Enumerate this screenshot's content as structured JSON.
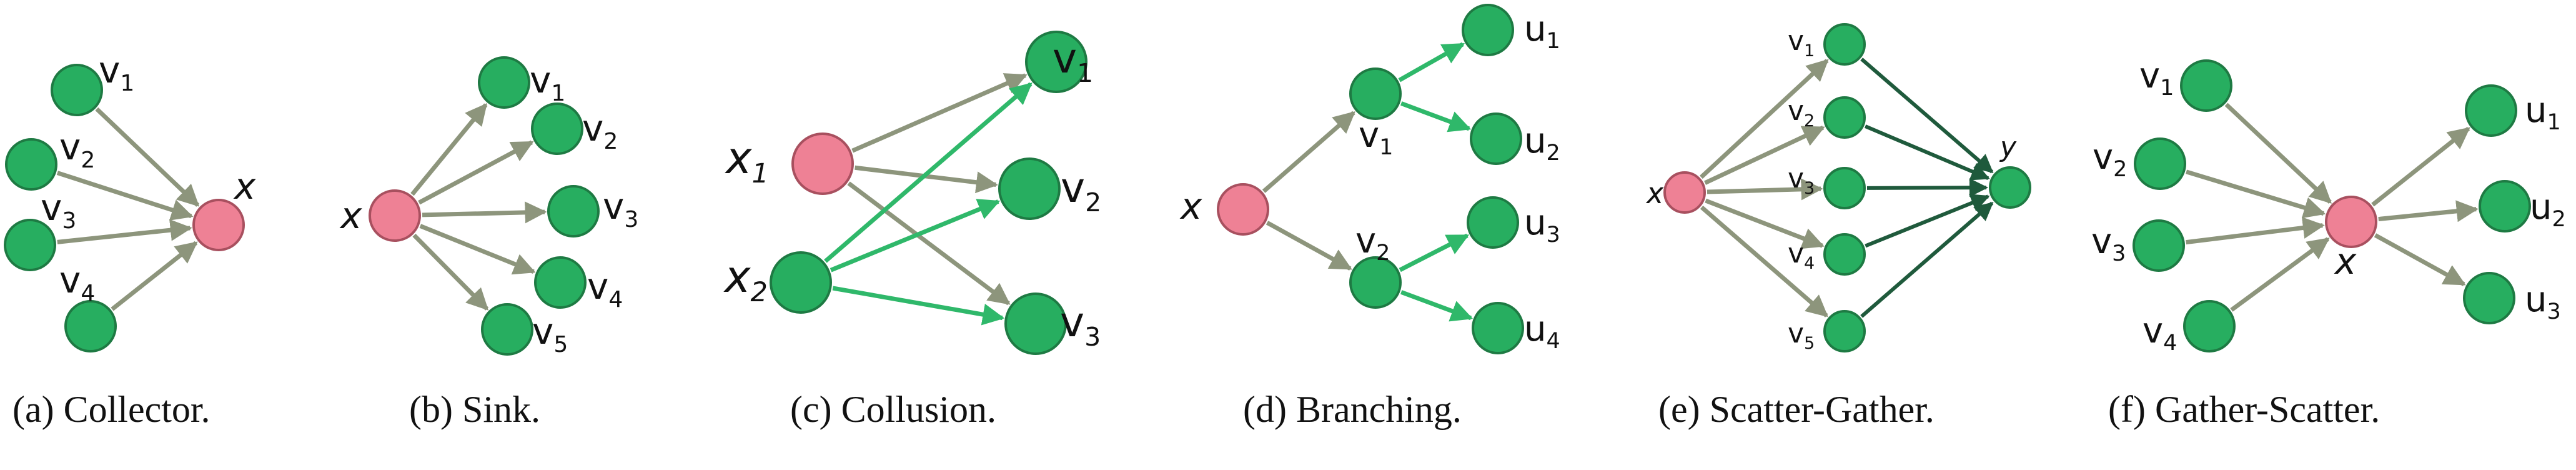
{
  "colors": {
    "green_node_fill": "#27ae60",
    "green_node_stroke": "#1e7a43",
    "pink_node_fill": "#ee8195",
    "pink_node_stroke": "#a8505f",
    "gray_edge": "#8d957c",
    "green_edge": "#2fb86a",
    "dark_green_edge": "#1f5a3c"
  },
  "panels": [
    {
      "caption": "(a) Collector.",
      "nodes": [
        {
          "id": "v1",
          "name": "v",
          "sub": "1",
          "kind": "green"
        },
        {
          "id": "v2",
          "name": "v",
          "sub": "2",
          "kind": "green"
        },
        {
          "id": "v3",
          "name": "v",
          "sub": "3",
          "kind": "green"
        },
        {
          "id": "v4",
          "name": "v",
          "sub": "4",
          "kind": "green"
        },
        {
          "id": "x",
          "name": "x",
          "sub": "",
          "kind": "pink"
        }
      ],
      "edges": [
        {
          "from": "v1",
          "to": "x",
          "style": "gray"
        },
        {
          "from": "v2",
          "to": "x",
          "style": "gray"
        },
        {
          "from": "v3",
          "to": "x",
          "style": "gray"
        },
        {
          "from": "v4",
          "to": "x",
          "style": "gray"
        }
      ]
    },
    {
      "caption": "(b) Sink.",
      "nodes": [
        {
          "id": "x",
          "name": "x",
          "sub": "",
          "kind": "pink"
        },
        {
          "id": "v1",
          "name": "v",
          "sub": "1",
          "kind": "green"
        },
        {
          "id": "v2",
          "name": "v",
          "sub": "2",
          "kind": "green"
        },
        {
          "id": "v3",
          "name": "v",
          "sub": "3",
          "kind": "green"
        },
        {
          "id": "v4",
          "name": "v",
          "sub": "4",
          "kind": "green"
        },
        {
          "id": "v5",
          "name": "v",
          "sub": "5",
          "kind": "green"
        }
      ],
      "edges": [
        {
          "from": "x",
          "to": "v1",
          "style": "gray"
        },
        {
          "from": "x",
          "to": "v2",
          "style": "gray"
        },
        {
          "from": "x",
          "to": "v3",
          "style": "gray"
        },
        {
          "from": "x",
          "to": "v4",
          "style": "gray"
        },
        {
          "from": "x",
          "to": "v5",
          "style": "gray"
        }
      ]
    },
    {
      "caption": "(c) Collusion.",
      "nodes": [
        {
          "id": "x1",
          "name": "x",
          "sub": "1",
          "kind": "pink"
        },
        {
          "id": "x2",
          "name": "x",
          "sub": "2",
          "kind": "green"
        },
        {
          "id": "v1",
          "name": "v",
          "sub": "1",
          "kind": "green"
        },
        {
          "id": "v2",
          "name": "v",
          "sub": "2",
          "kind": "green"
        },
        {
          "id": "v3",
          "name": "v",
          "sub": "3",
          "kind": "green"
        }
      ],
      "edges": [
        {
          "from": "x1",
          "to": "v1",
          "style": "gray"
        },
        {
          "from": "x1",
          "to": "v2",
          "style": "gray"
        },
        {
          "from": "x1",
          "to": "v3",
          "style": "gray"
        },
        {
          "from": "x2",
          "to": "v1",
          "style": "green"
        },
        {
          "from": "x2",
          "to": "v2",
          "style": "green"
        },
        {
          "from": "x2",
          "to": "v3",
          "style": "green"
        }
      ]
    },
    {
      "caption": "(d) Branching.",
      "nodes": [
        {
          "id": "x",
          "name": "x",
          "sub": "",
          "kind": "pink"
        },
        {
          "id": "v1",
          "name": "v",
          "sub": "1",
          "kind": "green"
        },
        {
          "id": "v2",
          "name": "v",
          "sub": "2",
          "kind": "green"
        },
        {
          "id": "u1",
          "name": "u",
          "sub": "1",
          "kind": "green"
        },
        {
          "id": "u2",
          "name": "u",
          "sub": "2",
          "kind": "green"
        },
        {
          "id": "u3",
          "name": "u",
          "sub": "3",
          "kind": "green"
        },
        {
          "id": "u4",
          "name": "u",
          "sub": "4",
          "kind": "green"
        }
      ],
      "edges": [
        {
          "from": "x",
          "to": "v1",
          "style": "gray"
        },
        {
          "from": "x",
          "to": "v2",
          "style": "gray"
        },
        {
          "from": "v1",
          "to": "u1",
          "style": "green"
        },
        {
          "from": "v1",
          "to": "u2",
          "style": "green"
        },
        {
          "from": "v2",
          "to": "u3",
          "style": "green"
        },
        {
          "from": "v2",
          "to": "u4",
          "style": "green"
        }
      ]
    },
    {
      "caption": "(e) Scatter-Gather.",
      "nodes": [
        {
          "id": "x",
          "name": "x",
          "sub": "",
          "kind": "pink"
        },
        {
          "id": "v1",
          "name": "v",
          "sub": "1",
          "kind": "green"
        },
        {
          "id": "v2",
          "name": "v",
          "sub": "2",
          "kind": "green"
        },
        {
          "id": "v3",
          "name": "v",
          "sub": "3",
          "kind": "green"
        },
        {
          "id": "v4",
          "name": "v",
          "sub": "4",
          "kind": "green"
        },
        {
          "id": "v5",
          "name": "v",
          "sub": "5",
          "kind": "green"
        },
        {
          "id": "y",
          "name": "y",
          "sub": "",
          "kind": "green"
        }
      ],
      "edges": [
        {
          "from": "x",
          "to": "v1",
          "style": "gray"
        },
        {
          "from": "x",
          "to": "v2",
          "style": "gray"
        },
        {
          "from": "x",
          "to": "v3",
          "style": "gray"
        },
        {
          "from": "x",
          "to": "v4",
          "style": "gray"
        },
        {
          "from": "x",
          "to": "v5",
          "style": "gray"
        },
        {
          "from": "v1",
          "to": "y",
          "style": "dark"
        },
        {
          "from": "v2",
          "to": "y",
          "style": "dark"
        },
        {
          "from": "v3",
          "to": "y",
          "style": "dark"
        },
        {
          "from": "v4",
          "to": "y",
          "style": "dark"
        },
        {
          "from": "v5",
          "to": "y",
          "style": "dark"
        }
      ]
    },
    {
      "caption": "(f) Gather-Scatter.",
      "nodes": [
        {
          "id": "v1",
          "name": "v",
          "sub": "1",
          "kind": "green"
        },
        {
          "id": "v2",
          "name": "v",
          "sub": "2",
          "kind": "green"
        },
        {
          "id": "v3",
          "name": "v",
          "sub": "3",
          "kind": "green"
        },
        {
          "id": "v4",
          "name": "v",
          "sub": "4",
          "kind": "green"
        },
        {
          "id": "x",
          "name": "x",
          "sub": "",
          "kind": "pink"
        },
        {
          "id": "u1",
          "name": "u",
          "sub": "1",
          "kind": "green"
        },
        {
          "id": "u2",
          "name": "u",
          "sub": "2",
          "kind": "green"
        },
        {
          "id": "u3",
          "name": "u",
          "sub": "3",
          "kind": "green"
        }
      ],
      "edges": [
        {
          "from": "v1",
          "to": "x",
          "style": "gray"
        },
        {
          "from": "v2",
          "to": "x",
          "style": "gray"
        },
        {
          "from": "v3",
          "to": "x",
          "style": "gray"
        },
        {
          "from": "v4",
          "to": "x",
          "style": "gray"
        },
        {
          "from": "x",
          "to": "u1",
          "style": "gray"
        },
        {
          "from": "x",
          "to": "u2",
          "style": "gray"
        },
        {
          "from": "x",
          "to": "u3",
          "style": "gray"
        }
      ]
    }
  ]
}
